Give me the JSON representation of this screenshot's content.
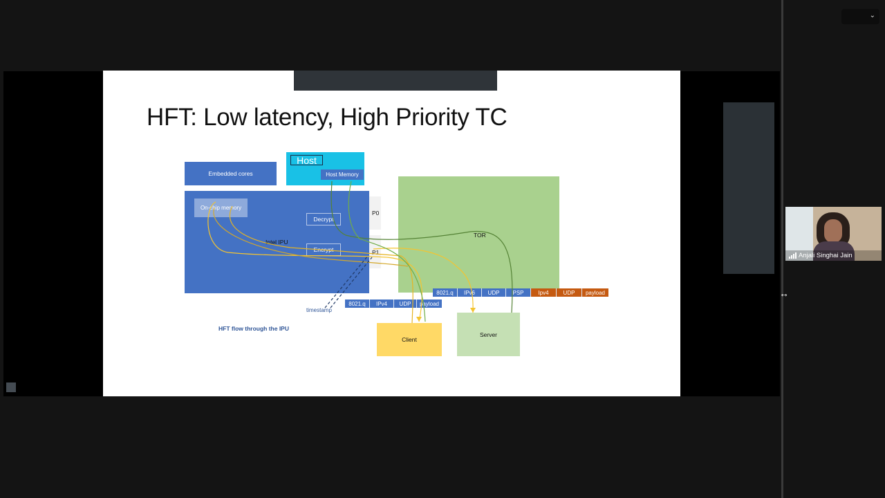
{
  "slide": {
    "title": "HFT: Low latency, High Priority TC",
    "embedded_cores": "Embedded cores",
    "host": "Host",
    "host_memory": "Host Memory",
    "on_chip_memory": "On-chip memory",
    "decrypt": "Decrypt",
    "encrypt": "Encrypt",
    "intel_ipu": "Intel IPU",
    "p0": "P0",
    "p1": "P1",
    "tor": "TOR",
    "timestamp": "timestamp",
    "caption": "HFT flow through the IPU",
    "client": "Client",
    "server": "Server",
    "header_left": [
      "8021.q",
      "IPv4",
      "UDP",
      "payload"
    ],
    "header_right": [
      "8021.q",
      "IPv6",
      "UDP",
      "PSP",
      "Ipv4",
      "UDP",
      "payload"
    ]
  },
  "participant": {
    "name": "Anjali Singhai Jain"
  },
  "colors": {
    "ipu_blue": "#4472c4",
    "host_cyan": "#19c1e6",
    "tor_green": "#a9d18e",
    "client_yellow": "#ffd966",
    "server_green": "#c5e0b4",
    "psp_orange": "#c55a11"
  },
  "icons": {
    "dropdown": "chevron-down-icon",
    "signal": "signal-bars-icon",
    "cursor": "resize-horizontal-icon"
  }
}
